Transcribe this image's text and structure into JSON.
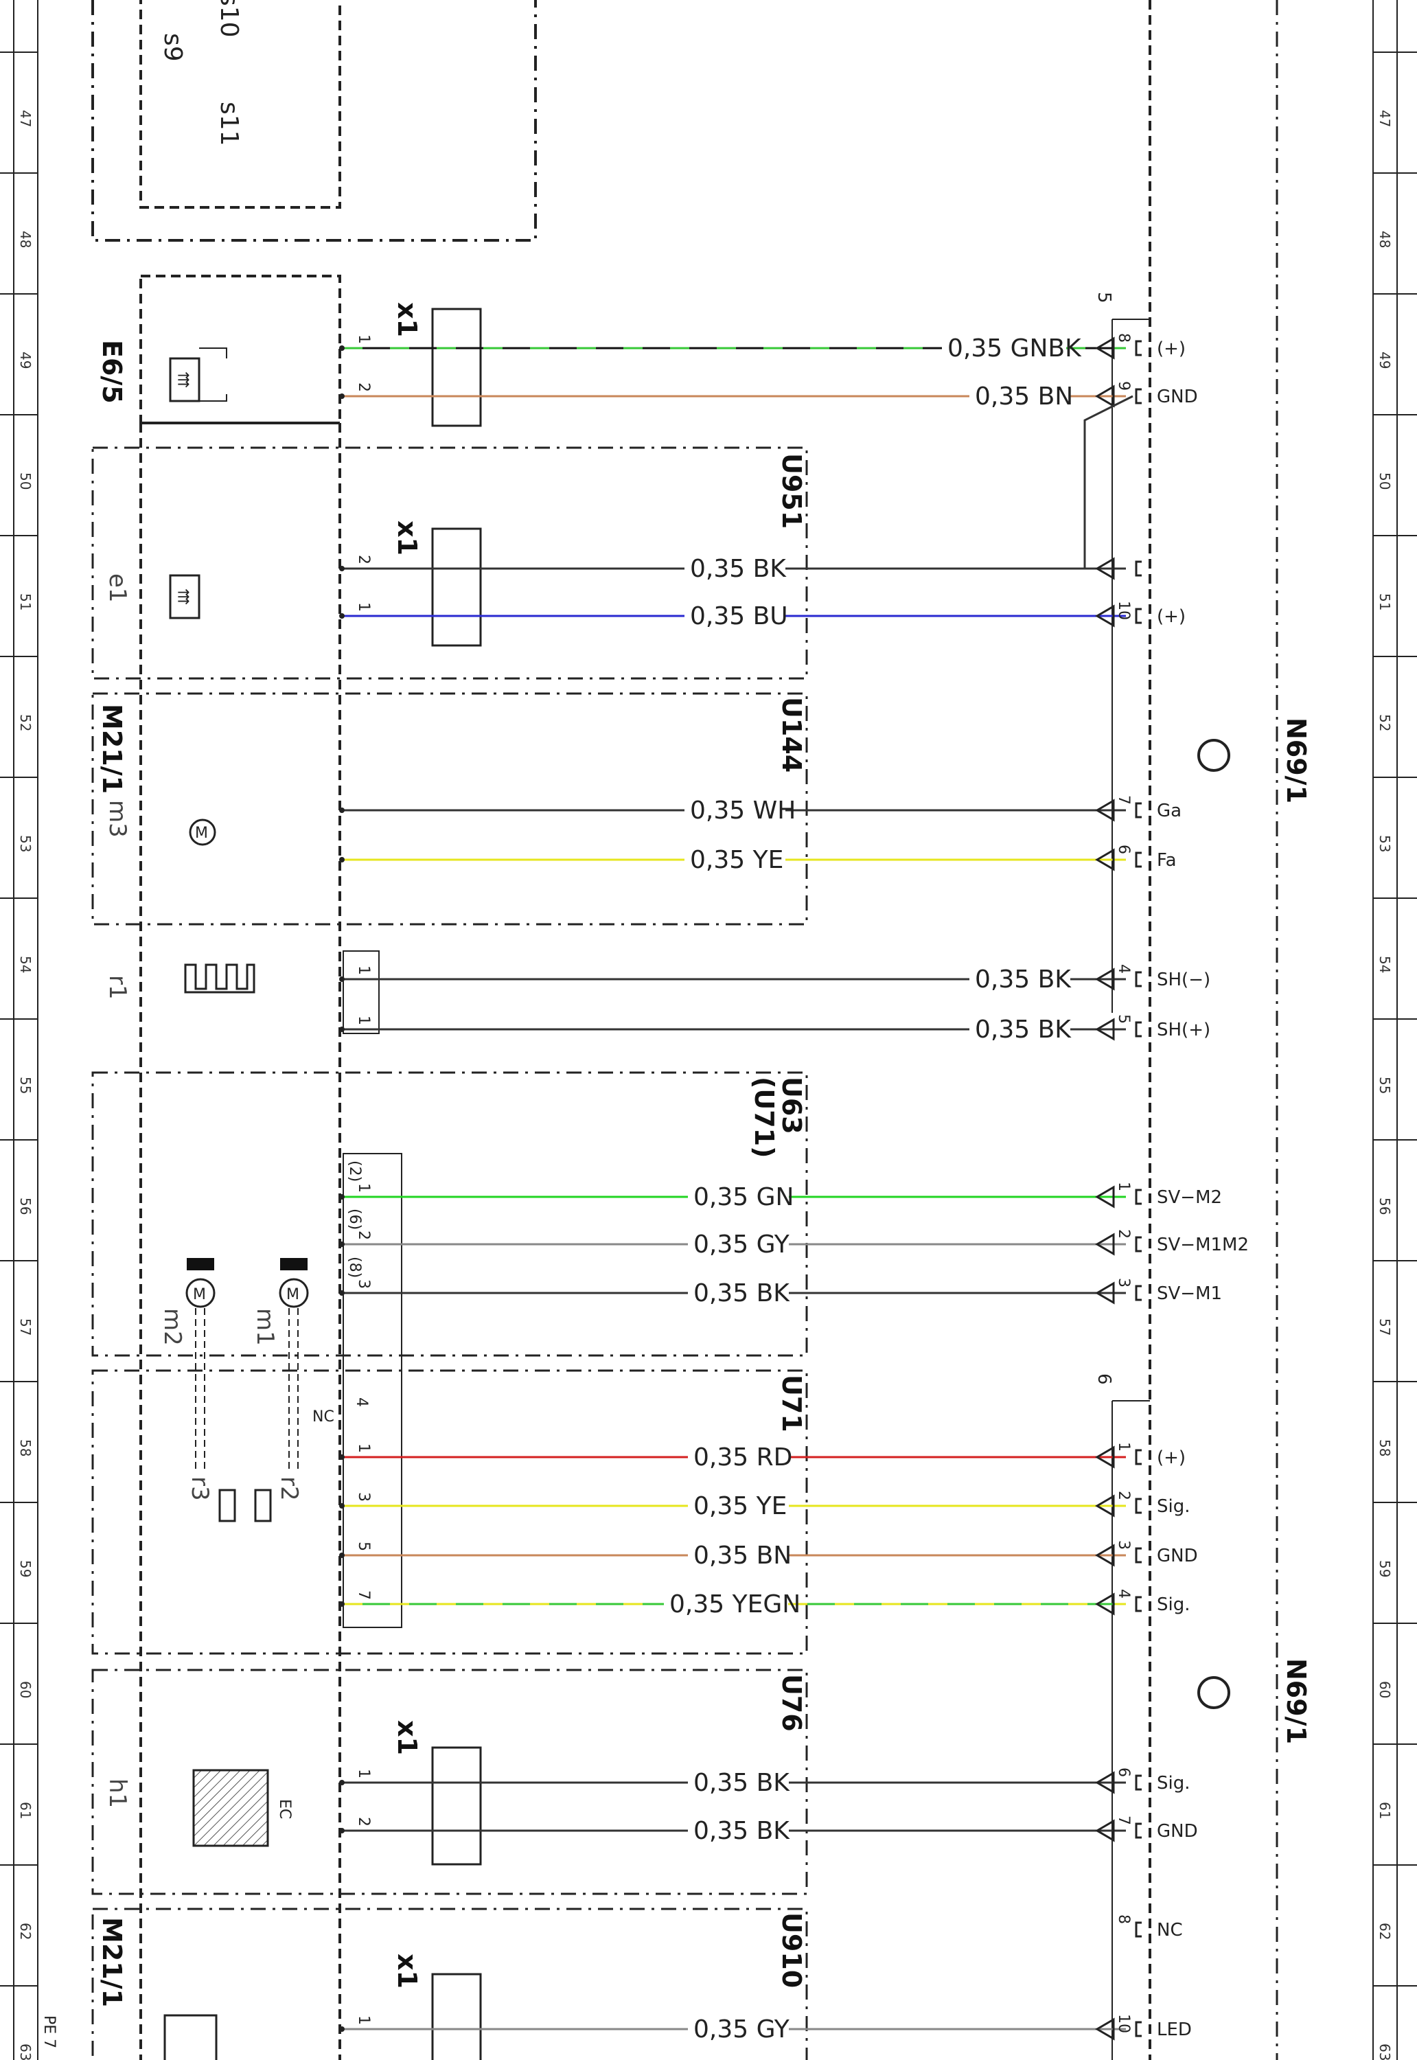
{
  "ruler": {
    "rows": [
      "47",
      "48",
      "49",
      "50",
      "51",
      "52",
      "53",
      "54",
      "55",
      "56",
      "57",
      "58",
      "59",
      "60",
      "61",
      "62",
      "63"
    ]
  },
  "top_fragment": {
    "labels": [
      "s9",
      "s10",
      "s11"
    ]
  },
  "modules": [
    {
      "id": "E6/5",
      "sub": ""
    },
    {
      "id": "U951",
      "sub": "e1"
    },
    {
      "id": "U144",
      "sub": "m3",
      "extra": "M21/1"
    },
    {
      "id": "",
      "sub": "r1"
    },
    {
      "id": "U63",
      "id2": "(U71)",
      "sub": ""
    },
    {
      "id": "U71",
      "sub": ""
    },
    {
      "id": "U76",
      "sub": "h1"
    },
    {
      "id": "U910",
      "sub": "",
      "extra": "M21/1"
    }
  ],
  "component_labels": {
    "x1": "x1",
    "m1": "m1",
    "m2": "m2",
    "r2": "r2",
    "r3": "r3",
    "ec": "EC",
    "nc_left": "NC",
    "pe": "PE 7"
  },
  "controller": {
    "name_upper": "N69/1",
    "name_lower": "N69/1",
    "connector_a": "5",
    "connector_b": "6"
  },
  "wires": [
    {
      "row": 0,
      "label": "0,35 GNBK",
      "color": "#37c837",
      "color2": "#111111",
      "pin_left": "1",
      "pin_right": "8",
      "signal": "(+)"
    },
    {
      "row": 1,
      "label": "0,35 BN",
      "color": "#c8875a",
      "pin_left": "2",
      "pin_right": "9",
      "signal": "GND"
    },
    {
      "row": 2,
      "label": "0,35 BK",
      "color": "#333333",
      "pin_left": "2",
      "pin_right": "",
      "signal": ""
    },
    {
      "row": 3,
      "label": "0,35 BU",
      "color": "#2a2ad0",
      "pin_left": "1",
      "pin_right": "10",
      "signal": "(+)"
    },
    {
      "row": 4,
      "label": "0,35 WH",
      "color": "#333333",
      "pin_left": "",
      "pin_right": "7",
      "signal": "Ga"
    },
    {
      "row": 5,
      "label": "0,35 YE",
      "color": "#e6e61e",
      "pin_left": "",
      "pin_right": "6",
      "signal": "Fa"
    },
    {
      "row": 6,
      "label": "0,35 BK",
      "color": "#333333",
      "pin_left": "1",
      "pin_right": "4",
      "signal": "SH(−)"
    },
    {
      "row": 7,
      "label": "0,35 BK",
      "color": "#333333",
      "pin_left": "1",
      "pin_right": "5",
      "signal": "SH(+)"
    },
    {
      "row": 8,
      "label": "0,35 GN",
      "color": "#22d422",
      "pin_left": "1",
      "pin_right": "1",
      "signal": "SV−M2"
    },
    {
      "row": 9,
      "label": "0,35 GY",
      "color": "#888888",
      "pin_left": "2",
      "pin_right": "2",
      "signal": "SV−M1M2"
    },
    {
      "row": 10,
      "label": "0,35 BK",
      "color": "#333333",
      "pin_left": "3",
      "pin_right": "3",
      "signal": "SV−M1"
    },
    {
      "row": 11,
      "label": "0,35 RD",
      "color": "#d42020",
      "pin_left": "1",
      "pin_right": "1",
      "signal": "(+)"
    },
    {
      "row": 12,
      "label": "0,35 YE",
      "color": "#e6e61e",
      "pin_left": "3",
      "pin_right": "2",
      "signal": "Sig."
    },
    {
      "row": 13,
      "label": "0,35 BN",
      "color": "#c8875a",
      "pin_left": "5",
      "pin_right": "3",
      "signal": "GND"
    },
    {
      "row": 14,
      "label": "0,35 YEGN",
      "color": "#e6e61e",
      "color2": "#37c837",
      "pin_left": "7",
      "pin_right": "4",
      "signal": "Sig."
    },
    {
      "row": 15,
      "label": "0,35 BK",
      "color": "#333333",
      "pin_left": "1",
      "pin_right": "6",
      "signal": "Sig."
    },
    {
      "row": 16,
      "label": "0,35 BK",
      "color": "#333333",
      "pin_left": "2",
      "pin_right": "7",
      "signal": "GND"
    },
    {
      "row": 17,
      "label": "",
      "color": "",
      "pin_left": "",
      "pin_right": "8",
      "signal": "NC"
    },
    {
      "row": 18,
      "label": "0,35 GY",
      "color": "#888888",
      "pin_left": "1",
      "pin_right": "10",
      "signal": "LED"
    }
  ],
  "u63_pins": [
    "(2)",
    "(6)",
    "(8)"
  ],
  "u71_nc_pin": "4"
}
